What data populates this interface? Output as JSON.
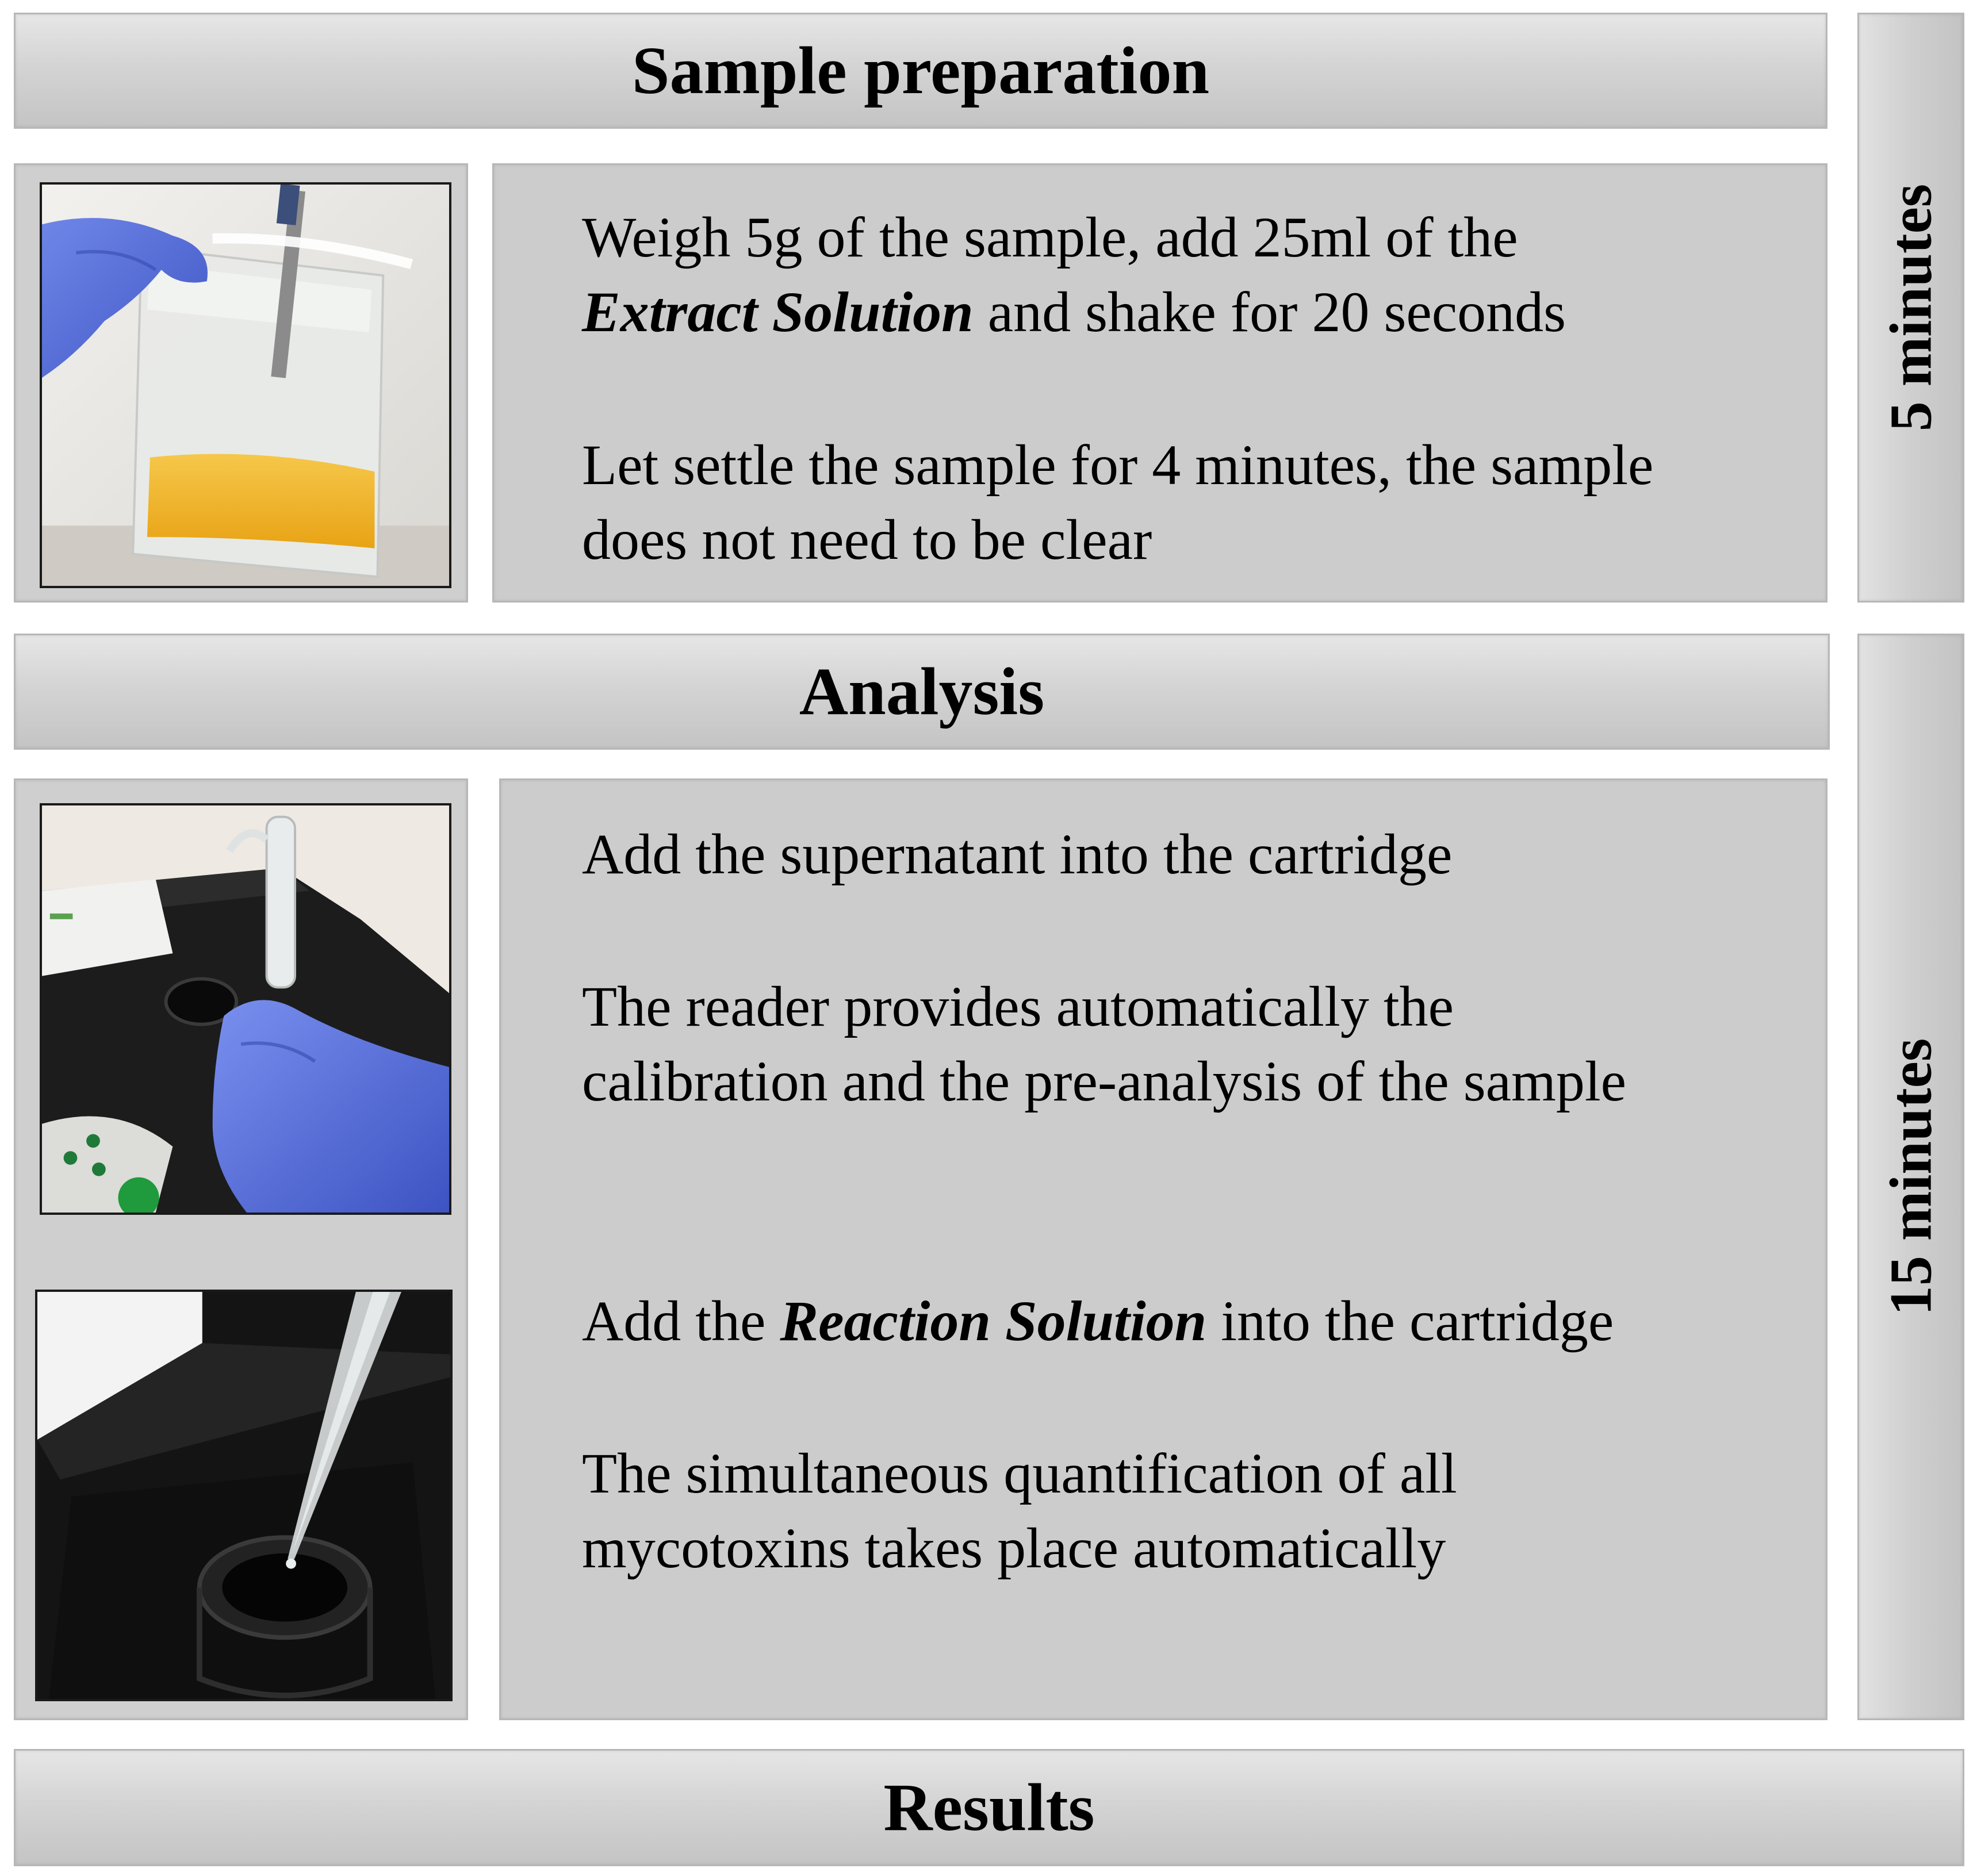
{
  "sections": {
    "sample_preparation": {
      "title": "Sample preparation",
      "duration": "5 minutes",
      "steps": [
        {
          "line1": "Weigh 5g of the sample, add 25ml of the",
          "emphasis": "Extract Solution",
          "line2_rest": " and shake for 20 seconds"
        },
        {
          "line1": "Let settle the sample for 4 minutes, the sample",
          "line2": "does not need to be clear"
        }
      ]
    },
    "analysis": {
      "title": "Analysis",
      "duration": "15 minutes",
      "steps": [
        {
          "line1": "Add the supernatant into the cartridge"
        },
        {
          "line1": "The reader provides automatically the",
          "line2": "calibration and the pre-analysis of the sample"
        },
        {
          "prefix": "Add the ",
          "emphasis": "Reaction Solution",
          "suffix": " into the cartridge"
        },
        {
          "line1": "The simultaneous quantification of all",
          "line2": "mycotoxins takes place automatically"
        }
      ]
    },
    "results": {
      "title": "Results"
    }
  },
  "photos": [
    {
      "name": "sample-bag-photo",
      "icon": "bag-with-sample-photo"
    },
    {
      "name": "supernatant-pipetting-photo",
      "icon": "tube-into-reader-photo"
    },
    {
      "name": "reaction-solution-photo",
      "icon": "pipette-into-cartridge-photo"
    }
  ],
  "colors": {
    "panel_gray": "#cccccc",
    "panel_border": "#b7b7b7",
    "text": "#000000"
  }
}
